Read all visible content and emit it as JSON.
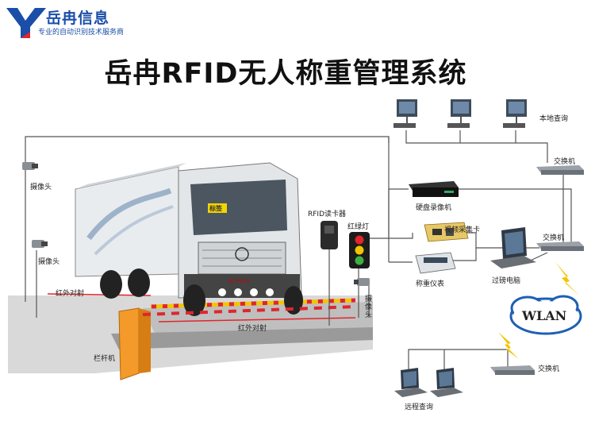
{
  "brand": {
    "name": "岳冉信息",
    "slogan": "专业的自动识别技术服务商",
    "colors": {
      "primary": "#1a4ea8",
      "accent": "#e0262b"
    }
  },
  "title": "岳冉RFID无人称重管理系统",
  "labels": {
    "camera_top": "摄像头",
    "camera_mid": "摄像头",
    "camera_right": "摄像头",
    "rfid_reader": "RFID读卡器",
    "traffic_light": "红绿灯",
    "infrared_left": "红外对射",
    "infrared_bottom": "红外对射",
    "barrier_gate": "栏杆机",
    "local_query": "本地查询",
    "switch_top": "交换机",
    "switch_mid": "交换机",
    "switch_bottom": "交换机",
    "hdd_recorder": "硬盘录像机",
    "video_card": "视频采集卡",
    "weighing_instrument": "称重仪表",
    "weighbridge_pc": "过磅电脑",
    "wlan": "WLAN",
    "remote_query": "远程查询",
    "truck_sign": "标签",
    "plate": "B1·P9 40"
  }
}
